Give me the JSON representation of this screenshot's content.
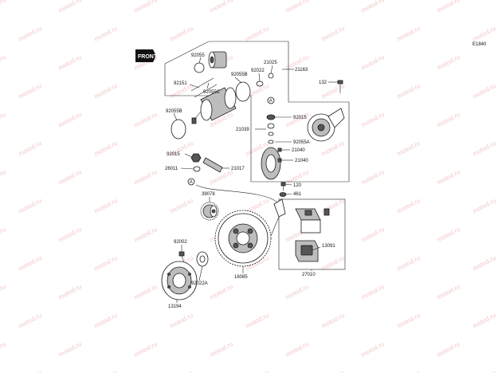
{
  "diagram": {
    "code": "E1840",
    "front_badge": "FRONT",
    "watermark": "motod.ru",
    "circle_marker": "A",
    "callouts": [
      {
        "id": "c-92055",
        "text": "92055"
      },
      {
        "id": "c-92022",
        "text": "92022"
      },
      {
        "id": "c-21025",
        "text": "21025"
      },
      {
        "id": "c-21163",
        "text": "21163"
      },
      {
        "id": "c-132",
        "text": "132"
      },
      {
        "id": "c-92151",
        "text": "92151"
      },
      {
        "id": "c-92055b-top",
        "text": "92055B"
      },
      {
        "id": "c-92055c",
        "text": "92055C"
      },
      {
        "id": "c-92055b-left",
        "text": "92055B"
      },
      {
        "id": "c-92015-upper",
        "text": "92015"
      },
      {
        "id": "c-21039",
        "text": "21039"
      },
      {
        "id": "c-92055a",
        "text": "92055A"
      },
      {
        "id": "c-21040-a",
        "text": "21040"
      },
      {
        "id": "c-21040-b",
        "text": "21040"
      },
      {
        "id": "c-92015-lower",
        "text": "92015"
      },
      {
        "id": "c-26011",
        "text": "26011"
      },
      {
        "id": "c-21017",
        "text": "21017"
      },
      {
        "id": "c-120",
        "text": "120"
      },
      {
        "id": "c-461",
        "text": "461"
      },
      {
        "id": "c-39078",
        "text": "39078"
      },
      {
        "id": "c-13091",
        "text": "13091"
      },
      {
        "id": "c-92002",
        "text": "92002"
      },
      {
        "id": "c-92022a",
        "text": "92022A"
      },
      {
        "id": "c-16085",
        "text": "16085"
      },
      {
        "id": "c-27010",
        "text": "27010"
      },
      {
        "id": "c-13194",
        "text": "13194"
      }
    ]
  }
}
